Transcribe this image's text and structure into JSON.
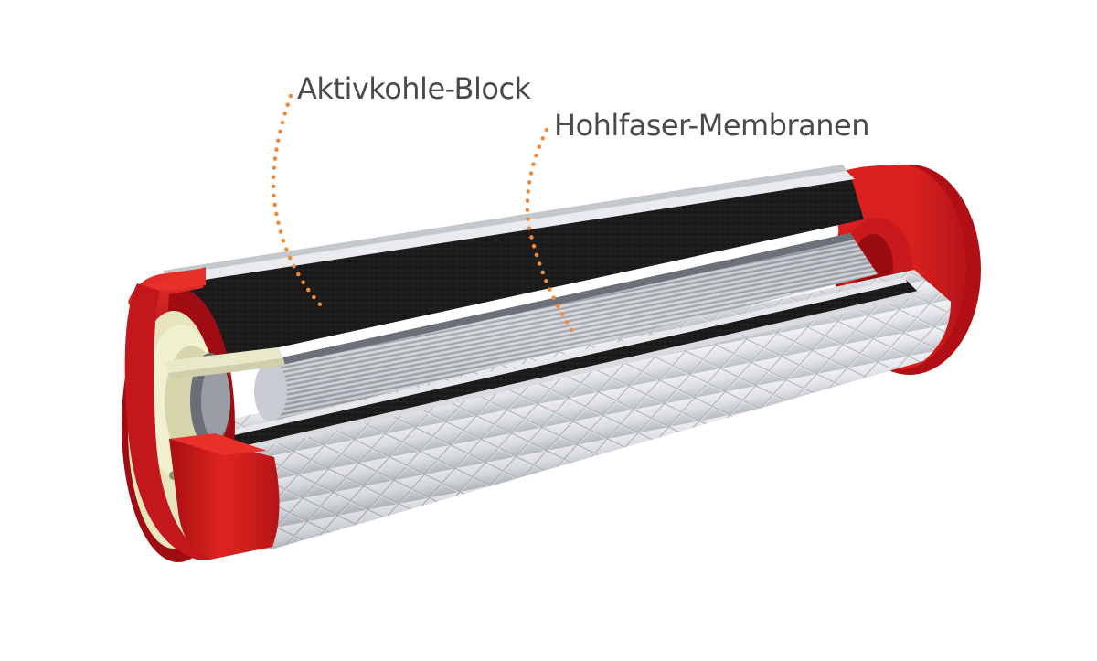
{
  "labels": {
    "activated_carbon_block": "Aktivkohle-Block",
    "hollow_fiber_membranes": "Hohlfaser-Membranen"
  },
  "colors": {
    "end_cap_red": "#d9201f",
    "carbon_black": "#1c1c1c",
    "cap_inner_cream": "#ecebc4",
    "callout_dots": "#f08a3b",
    "label_text": "#4a4a4a",
    "mesh_silver": "#cfd1d6"
  },
  "icons": {
    "filter_cartridge": "filter-cartridge-cutaway"
  }
}
